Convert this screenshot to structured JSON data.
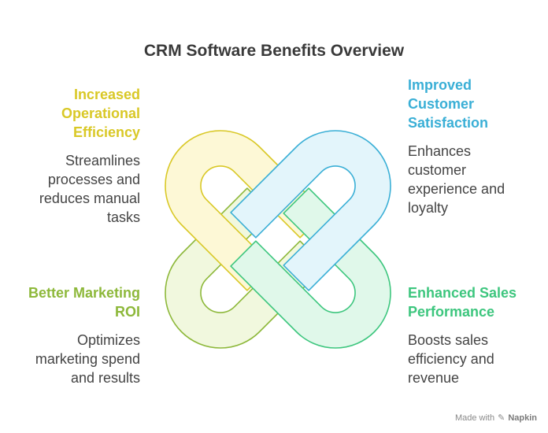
{
  "title": "CRM Software Benefits Overview",
  "benefits": {
    "efficiency": {
      "heading_lines": [
        "Increased",
        "Operational",
        "Efficiency"
      ],
      "description_lines": [
        "Streamlines",
        "processes and",
        "reduces manual",
        "tasks"
      ],
      "color": "#D9C826",
      "fill": "#FDF8D6"
    },
    "satisfaction": {
      "heading_lines": [
        "Improved",
        "Customer",
        "Satisfaction"
      ],
      "description_lines": [
        "Enhances",
        "customer",
        "experience and",
        "loyalty"
      ],
      "color": "#3AAFD6",
      "fill": "#E3F5FB"
    },
    "marketing": {
      "heading_lines": [
        "Better Marketing",
        "ROI"
      ],
      "description_lines": [
        "Optimizes",
        "marketing spend",
        "and results"
      ],
      "color": "#8DB83A",
      "fill": "#F1F8DE"
    },
    "sales": {
      "heading_lines": [
        "Enhanced Sales",
        "Performance"
      ],
      "description_lines": [
        "Boosts sales",
        "efficiency and",
        "revenue"
      ],
      "color": "#3DC67E",
      "fill": "#E0F8EA"
    }
  },
  "footer": {
    "made_with": "Made with",
    "brand": "Napkin",
    "icon": "napkin-icon"
  }
}
